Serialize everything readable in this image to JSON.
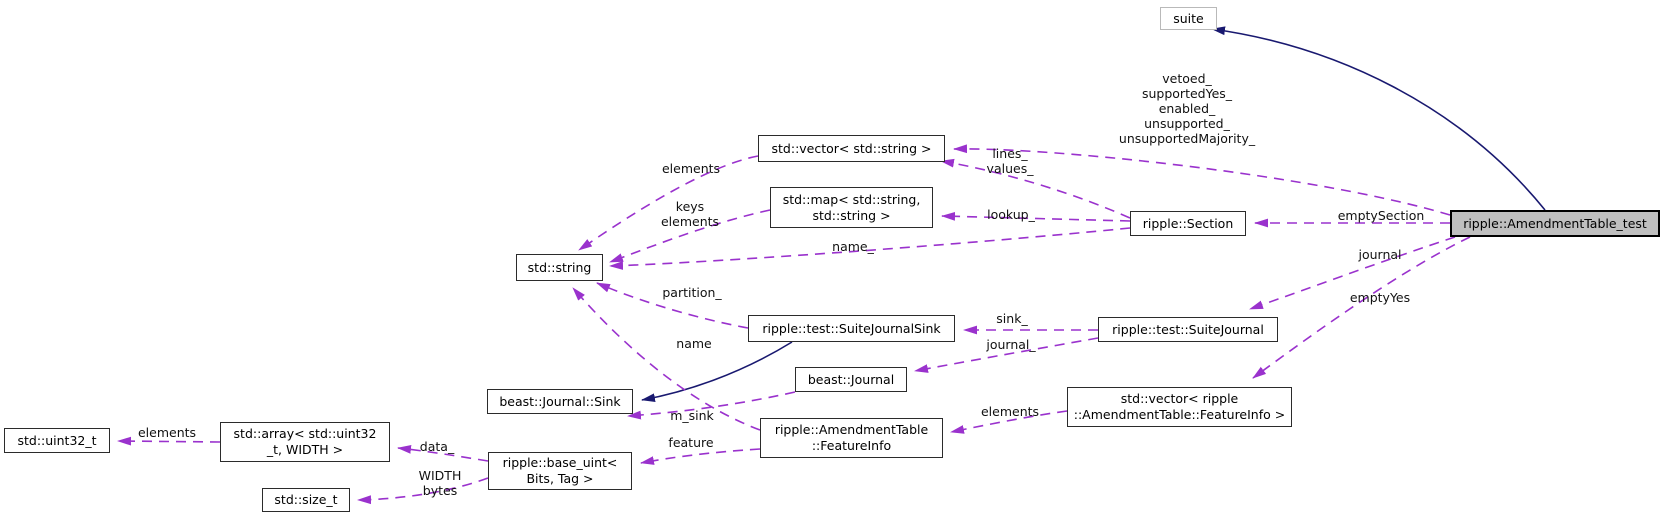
{
  "diagram": {
    "type": "doxygen-collaboration-graph",
    "colors": {
      "usage_edge": "#9a32cd",
      "inheritance_edge": "#191970",
      "main_node_fill": "#bfbfbf",
      "node_fill": "#ffffff",
      "node_border": "#2b2b2b",
      "external_node_border": "#b9b9b9"
    }
  },
  "nodes": {
    "suite": "suite",
    "main": "ripple::AmendmentTable_test",
    "vector_string": "std::vector< std::string >",
    "map_string": "std::map< std::string,\nstd::string >",
    "section": "ripple::Section",
    "string": "std::string",
    "suite_journal_sink": "ripple::test::SuiteJournalSink",
    "suite_journal": "ripple::test::SuiteJournal",
    "journal": "beast::Journal",
    "journal_sink": "beast::Journal::Sink",
    "vector_feature_info": "std::vector< ripple\n::AmendmentTable::FeatureInfo >",
    "feature_info": "ripple::AmendmentTable\n::FeatureInfo",
    "base_uint": "ripple::base_uint<\nBits, Tag >",
    "array": "std::array< std::uint32\n_t, WIDTH >",
    "uint32": "std::uint32_t",
    "size_t": "std::size_t"
  },
  "edge_labels": {
    "vetoed_stack": "vetoed_\nsupportedYes_\nenabled_\nunsupported_\nunsupportedMajority_",
    "lines_values": "lines_\nvalues_",
    "elements_vector_string": "elements",
    "keys_elements": "keys\nelements",
    "lookup": "lookup_",
    "name_section": "name_",
    "empty_section": "emptySection",
    "journal_test": "journal",
    "empty_yes": "emptyYes",
    "partition": "partition_",
    "sink": "sink_",
    "journal_member": "journal_",
    "name_feature": "name",
    "m_sink": "m_sink",
    "elements_vector_fi": "elements",
    "feature": "feature",
    "data": "data_",
    "width_bytes": "WIDTH\nbytes",
    "elements_array": "elements"
  }
}
